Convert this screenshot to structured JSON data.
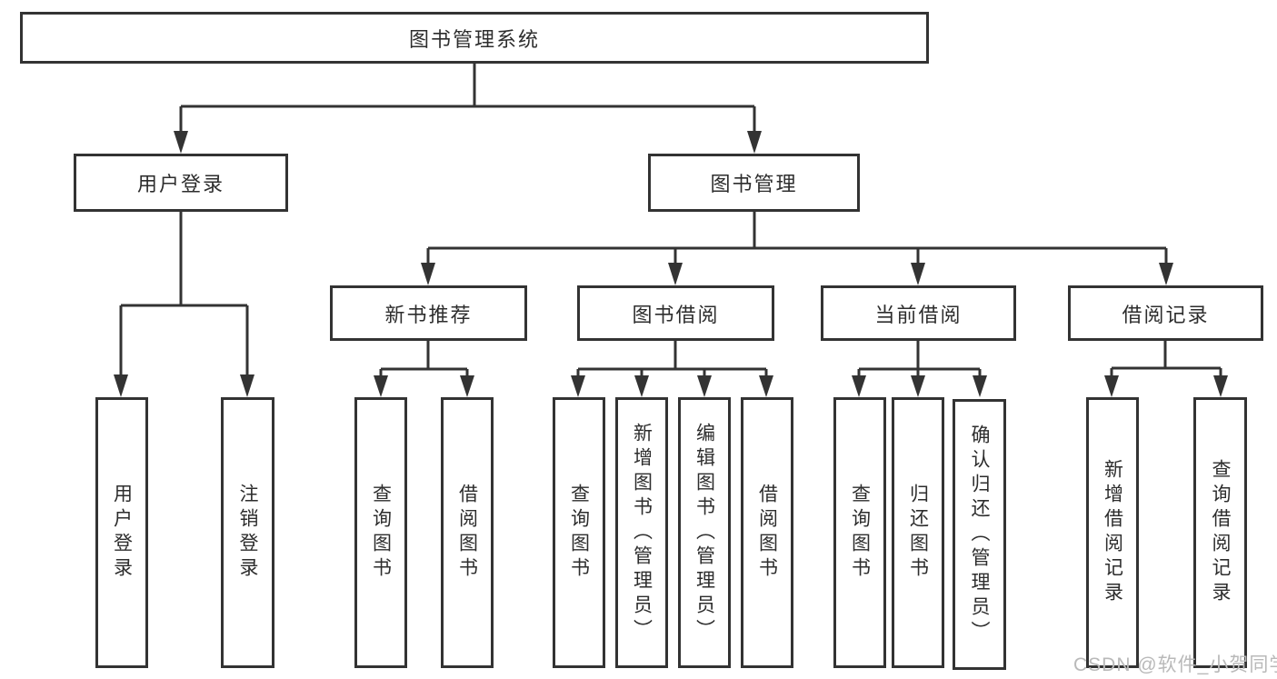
{
  "diagram_type": "hierarchy-tree",
  "colors": {
    "line": "#333333",
    "box_border": "#333333",
    "text": "#2d2d2d",
    "background": "#ffffff",
    "watermark": "#b9b9b9"
  },
  "tree": {
    "label": "图书管理系统",
    "children": [
      {
        "label": "用户登录",
        "children": [
          {
            "label": "用户登录"
          },
          {
            "label": "注销登录"
          }
        ]
      },
      {
        "label": "图书管理",
        "children": [
          {
            "label": "新书推荐",
            "children": [
              {
                "label": "查询图书"
              },
              {
                "label": "借阅图书"
              }
            ]
          },
          {
            "label": "图书借阅",
            "children": [
              {
                "label": "查询图书"
              },
              {
                "label": "新增图书（管理员）"
              },
              {
                "label": "编辑图书（管理员）"
              },
              {
                "label": "借阅图书"
              }
            ]
          },
          {
            "label": "当前借阅",
            "children": [
              {
                "label": "查询图书"
              },
              {
                "label": "归还图书"
              },
              {
                "label": "确认归还（管理员）"
              }
            ]
          },
          {
            "label": "借阅记录",
            "children": [
              {
                "label": "新增借阅记录"
              },
              {
                "label": "查询借阅记录"
              }
            ]
          }
        ]
      }
    ]
  },
  "watermark": {
    "text": "CSDN @软件_小贺同学"
  }
}
